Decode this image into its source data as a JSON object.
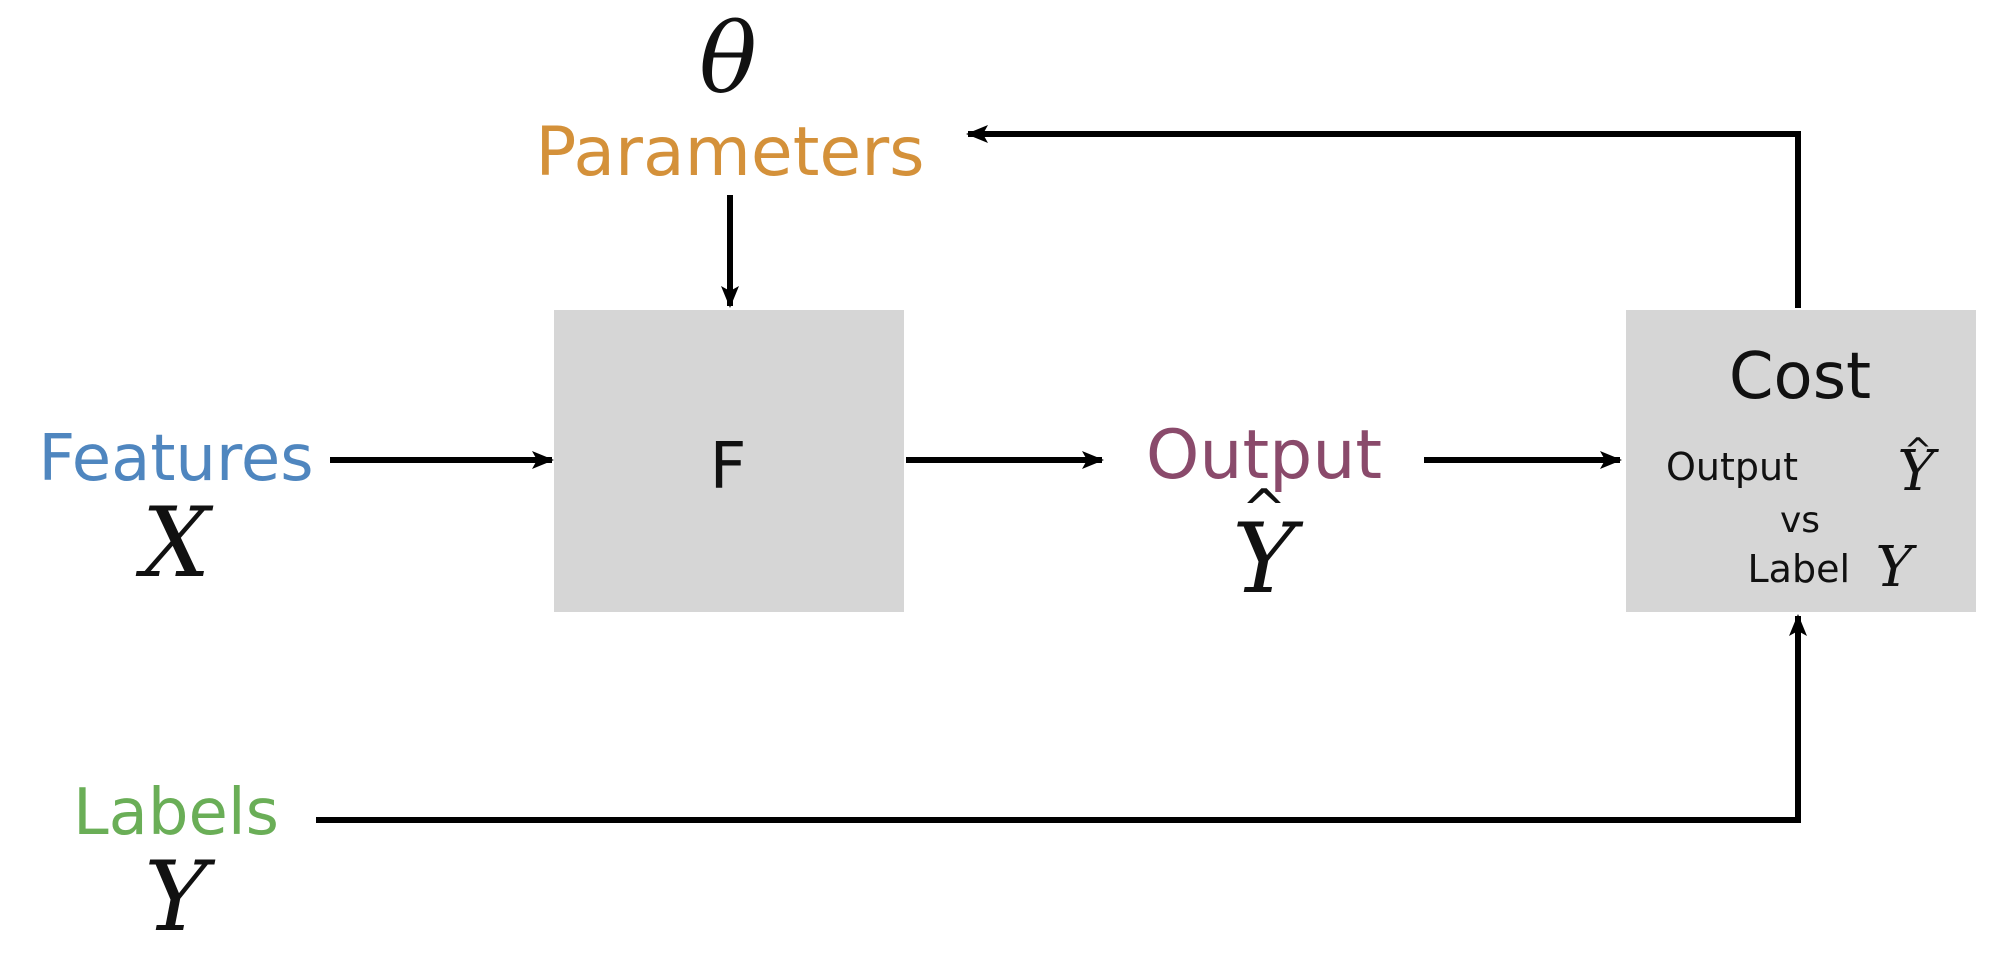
{
  "parameters": {
    "symbol": "θ",
    "label": "Parameters"
  },
  "features": {
    "label": "Features",
    "symbol": "X"
  },
  "labels": {
    "label": "Labels",
    "symbol": "Y"
  },
  "function_box": {
    "label": "F"
  },
  "output": {
    "label": "Output",
    "symbol": "Y",
    "hat": "^"
  },
  "cost_box": {
    "title": "Cost",
    "line1_text": "Output",
    "line1_symbol": "Y",
    "line1_hat": "^",
    "line2_text": "vs",
    "line3_text": "Label",
    "line3_symbol": "Y"
  },
  "colors": {
    "parameters": "#D4913A",
    "features": "#4F86BF",
    "labels": "#6AAE57",
    "output": "#8A4A6B",
    "box_fill": "#D6D6D6",
    "arrow": "#000000",
    "text": "#111111"
  }
}
